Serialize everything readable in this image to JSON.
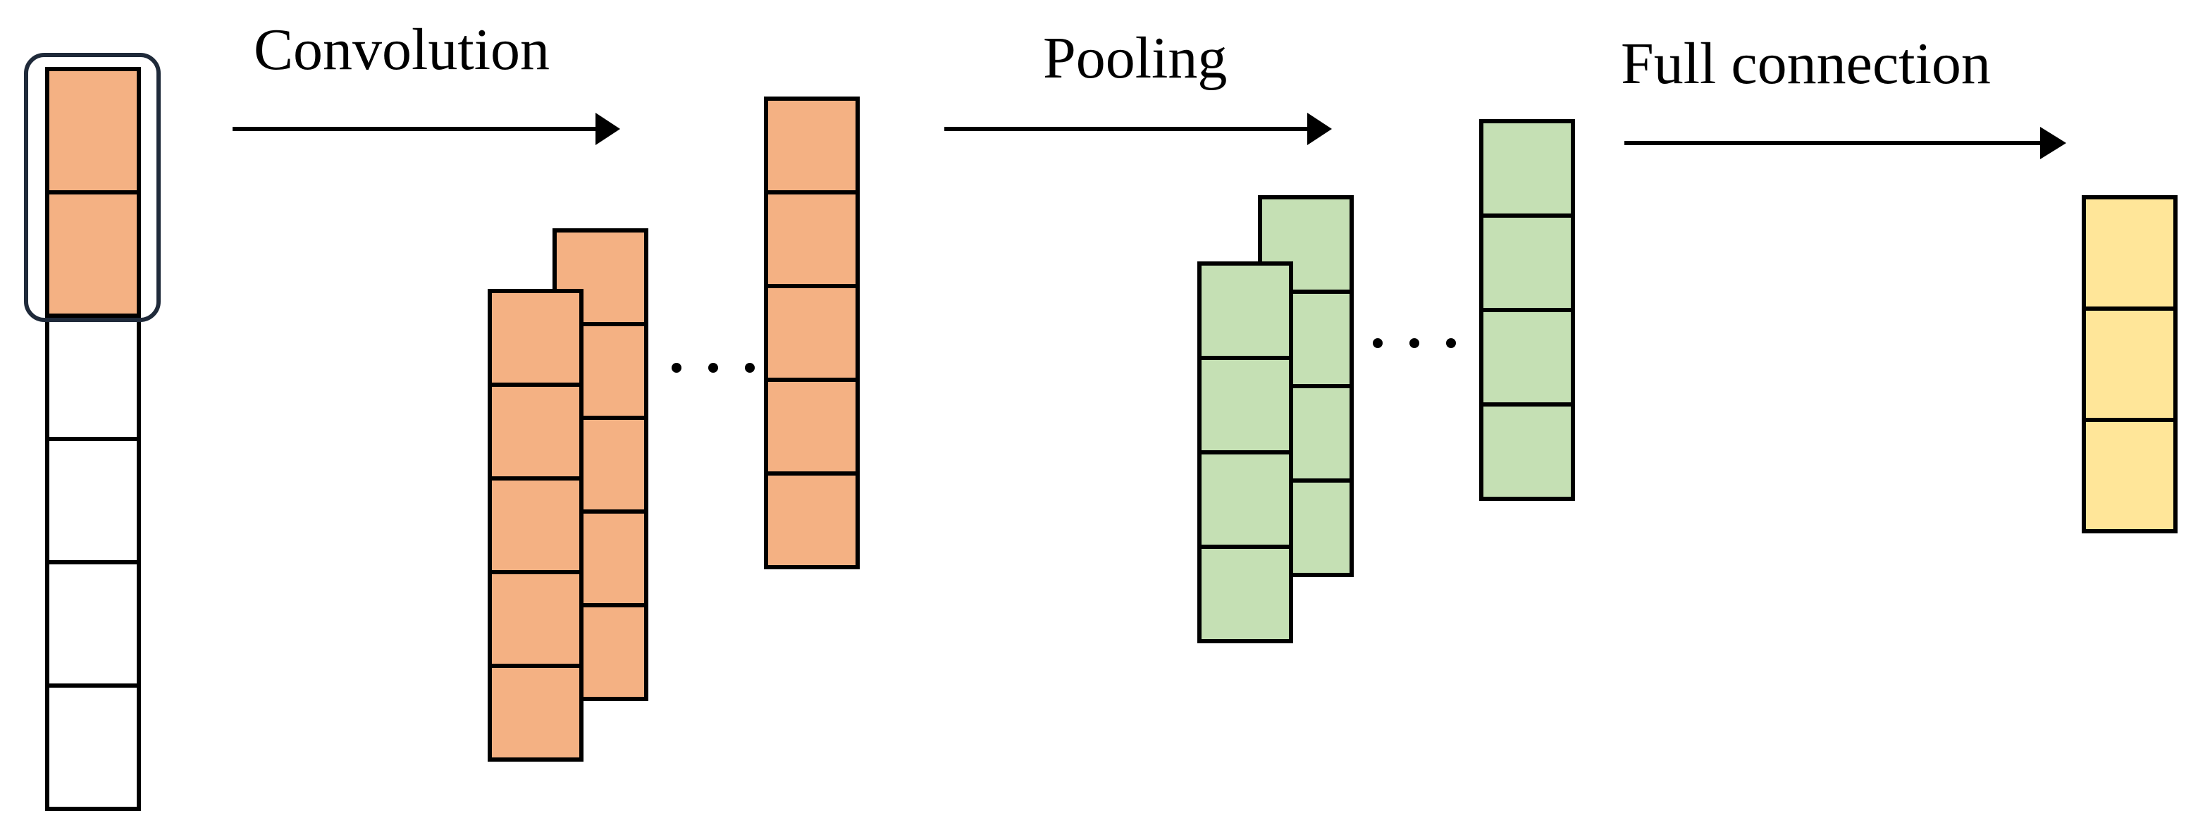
{
  "steps": {
    "convolution": "Convolution",
    "pooling": "Pooling",
    "full_connection": "Full connection"
  },
  "colors": {
    "input": "#ffffff",
    "conv": "#f4b183",
    "pool": "#c5e0b4",
    "output": "#ffe699",
    "stroke": "#000000",
    "window_frame": "#1f2a3a"
  },
  "blocks": {
    "input_cells": 6,
    "input_window_cells": 2,
    "conv_cells": 5,
    "pool_cells": 4,
    "output_cells": 3
  }
}
